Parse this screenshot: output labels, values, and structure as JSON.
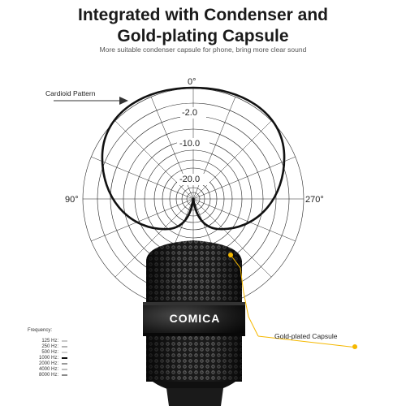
{
  "header": {
    "title_line1": "Integrated with Condenser and",
    "title_line2": "Gold-plating Capsule",
    "subtitle": "More suitable condenser capsule for phone, bring more clear sound"
  },
  "polar": {
    "angles": {
      "top": "0°",
      "left": "90°",
      "right": "270°"
    },
    "ring_labels": [
      "-2.0",
      "-10.0",
      "-20.0"
    ],
    "pattern_label": "Cardioid Pattern"
  },
  "mic": {
    "brand": "COMICA",
    "capsule_label": "Gold-plated Capsule",
    "accent_color": "#f5b800"
  },
  "frequency": {
    "title": "Frequency:",
    "items": [
      {
        "label": "125 Hz:",
        "color": "#c8c8c8"
      },
      {
        "label": "250 Hz:",
        "color": "#b4b4b4"
      },
      {
        "label": "500 Hz:",
        "color": "#d2d2d2"
      },
      {
        "label": "1000 Hz:",
        "color": "#111111"
      },
      {
        "label": "2000 Hz:",
        "color": "#9a9a9a"
      },
      {
        "label": "4000 Hz:",
        "color": "#bebebe"
      },
      {
        "label": "8000 Hz:",
        "color": "#8a8a8a"
      }
    ]
  }
}
